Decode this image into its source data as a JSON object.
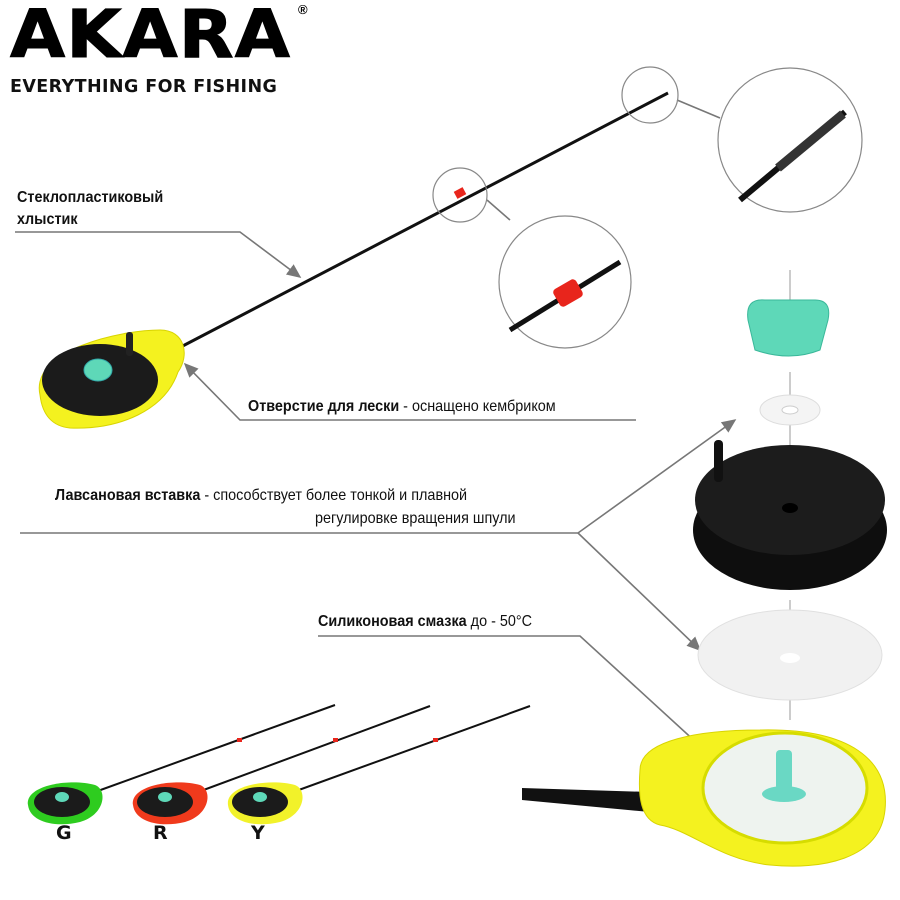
{
  "brand": {
    "logo": "AKARA",
    "registered_mark": "®",
    "tagline": "EVERYTHING FOR FISHING"
  },
  "callouts": {
    "tip": {
      "line1": "Стеклопластиковый",
      "line2": "хлыстик"
    },
    "line_hole": {
      "bold": "Отверстие для лески",
      "rest": " - оснащено кембриком"
    },
    "insert": {
      "bold": "Лавсановая вставка",
      "rest": " - способствует более тонкой и плавной",
      "line2": "регулировке вращения шпули"
    },
    "grease": {
      "bold": "Силиконовая смазка",
      "rest": " до - 50",
      "unit": "°C"
    }
  },
  "color_variants": [
    {
      "letter": "G",
      "color": "#2ecc1f"
    },
    {
      "letter": "R",
      "color": "#f03a1c"
    },
    {
      "letter": "Y",
      "color": "#f2f22a"
    }
  ],
  "colors": {
    "yellow": "#f4f21f",
    "mint": "#5ed8b8",
    "red_band": "#e8251c"
  }
}
